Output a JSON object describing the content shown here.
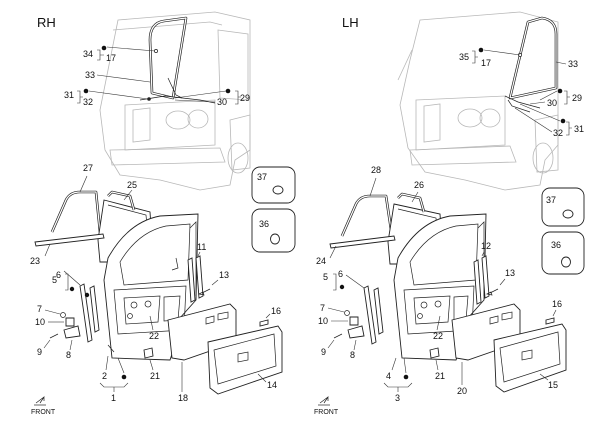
{
  "headers": {
    "rh": "RH",
    "lh": "LH"
  },
  "front_label": "FRONT",
  "callouts_rh": {
    "n34": "34",
    "n17": "17",
    "n33": "33",
    "n31": "31",
    "n32": "32",
    "n30": "30",
    "n29": "29",
    "n27": "27",
    "n25": "25",
    "n23": "23",
    "n5": "5",
    "n6": "6",
    "n7": "7",
    "n10": "10",
    "n9": "9",
    "n8": "8",
    "n22": "22",
    "n11": "11",
    "n13": "13",
    "n16": "16",
    "n2": "2",
    "n1": "1",
    "n21": "21",
    "n18": "18",
    "n14": "14",
    "n37": "37",
    "n36": "36"
  },
  "callouts_lh": {
    "n35": "35",
    "n17": "17",
    "n33": "33",
    "n30": "30",
    "n29": "29",
    "n31": "31",
    "n32": "32",
    "n28": "28",
    "n26": "26",
    "n24": "24",
    "n5": "5",
    "n6": "6",
    "n7": "7",
    "n10": "10",
    "n9": "9",
    "n8": "8",
    "n22": "22",
    "n12": "12",
    "n13": "13",
    "n16": "16",
    "n4": "4",
    "n3": "3",
    "n21": "21",
    "n20": "20",
    "n15": "15",
    "n37": "37",
    "n36": "36"
  }
}
